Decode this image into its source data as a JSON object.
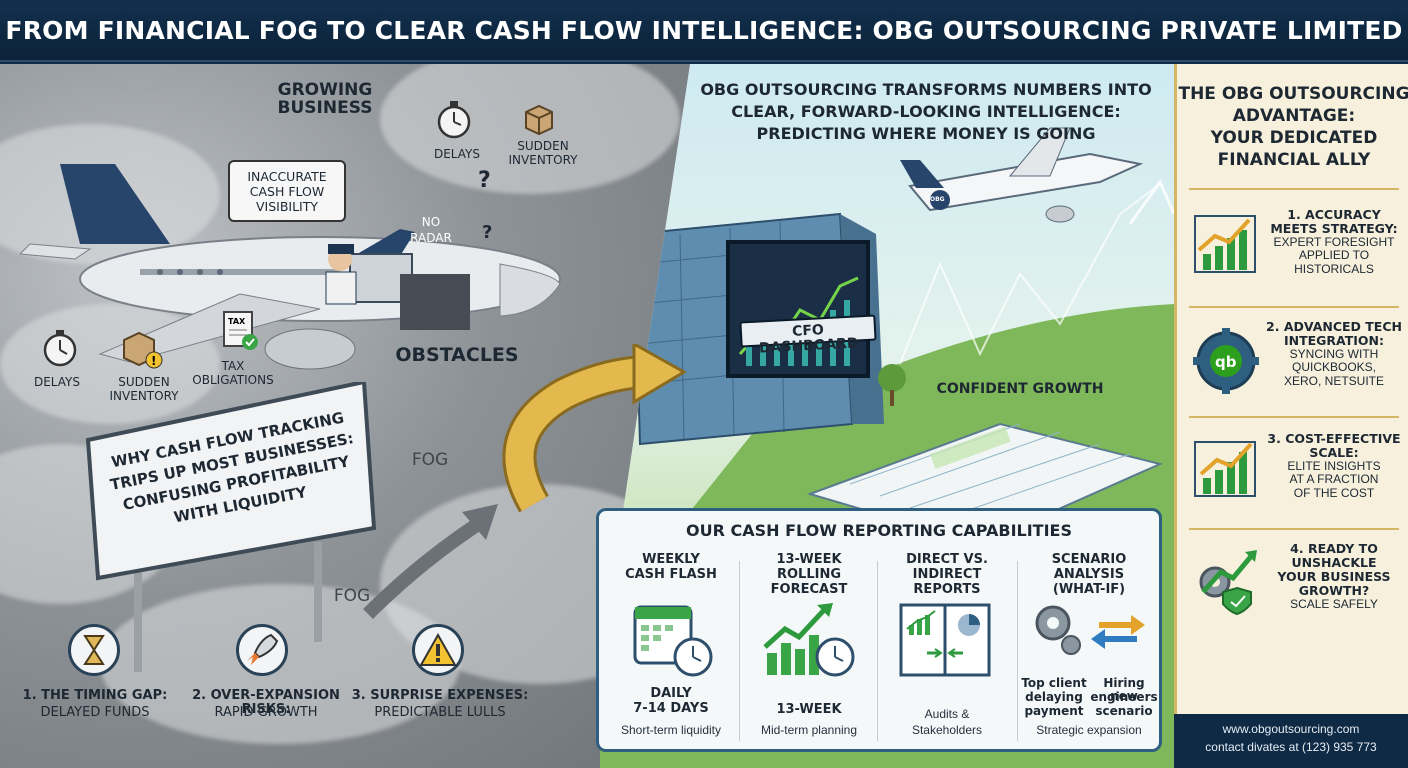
{
  "header": {
    "title": "FROM FINANCIAL FOG TO CLEAR CASH FLOW INTELLIGENCE: OBG OUTSOURCING PRIVATE LIMITED"
  },
  "left": {
    "growing_business": "GROWING BUSINESS",
    "plane_bubble": [
      "INACCURATE",
      "CASH FLOW",
      "VISIBILITY"
    ],
    "no_radar": [
      "NO",
      "RADAR"
    ],
    "top_icons": [
      {
        "label": "DELAYS"
      },
      {
        "label": [
          "SUDDEN",
          "INVENTORY"
        ]
      }
    ],
    "obstacle_icons": [
      {
        "label": "DELAYS"
      },
      {
        "label": [
          "SUDDEN",
          "INVENTORY"
        ]
      },
      {
        "label": [
          "TAX",
          "OBLIGATIONS"
        ]
      }
    ],
    "tax_doc": "TAX",
    "question": "?",
    "obstacles": "OBSTACLES",
    "sign": [
      "WHY CASH FLOW TRACKING",
      "TRIPS UP MOST BUSINESSES:",
      "CONFUSING PROFITABILITY",
      "WITH LIQUIDITY"
    ],
    "fog1": "FOG",
    "fog2": "FOG",
    "bottom": [
      {
        "title": "1. THE TIMING GAP:",
        "desc": "DELAYED FUNDS"
      },
      {
        "title": "2. OVER-EXPANSION RISKS:",
        "desc": "RAPID GROWTH"
      },
      {
        "title": "3. SURPRISE EXPENSES:",
        "desc": "PREDICTABLE LULLS"
      }
    ]
  },
  "right": {
    "headline": [
      "OBG OUTSOURCING TRANSFORMS NUMBERS INTO",
      "CLEAR, FORWARD-LOOKING INTELLIGENCE:",
      "PREDICTING WHERE MONEY IS GOING"
    ],
    "dashboard": "CFO DASHBOARD",
    "confident": "CONFIDENT GROWTH",
    "plane_logo": "OBG",
    "capabilities": {
      "title": "OUR CASH FLOW REPORTING CAPABILITIES",
      "cols": [
        {
          "head": [
            "WEEKLY",
            "CASH FLASH"
          ],
          "mid": [
            "DAILY",
            "7-14 DAYS"
          ],
          "foot": "Short-term liquidity"
        },
        {
          "head": [
            "13-WEEK",
            "ROLLING FORECAST"
          ],
          "mid": [
            "13-WEEK"
          ],
          "foot": "Mid-term planning"
        },
        {
          "head": [
            "DIRECT vs.",
            "INDIRECT REPORTS"
          ],
          "mid": [],
          "foot": [
            "Audits &",
            "Stakeholders"
          ]
        },
        {
          "head": [
            "SCENARIO ANALYSIS",
            "(WHAT-IF)"
          ],
          "mid": [
            "Top client",
            "delaying",
            "payment"
          ],
          "mid2": [
            "Hiring new",
            "engineers",
            "scenario"
          ],
          "foot": "Strategic expansion"
        }
      ]
    }
  },
  "sidebar": {
    "title": [
      "THE OBG OUTSOURCING",
      "ADVANTAGE:",
      "YOUR DEDICATED",
      "FINANCIAL ALLY"
    ],
    "items": [
      {
        "title": [
          "1. ACCURACY",
          "MEETS STRATEGY:"
        ],
        "desc": [
          "EXPERT FORESIGHT",
          "APPLIED TO",
          "HISTORICALS"
        ]
      },
      {
        "title": [
          "2. ADVANCED TECH",
          "INTEGRATION:"
        ],
        "desc": [
          "SYNCING WITH",
          "QUICKBOOKS,",
          "XERO, NETSUITE"
        ],
        "logo": "qb"
      },
      {
        "title": [
          "3. COST-EFFECTIVE",
          "SCALE:"
        ],
        "desc": [
          "ELITE INSIGHTS",
          "AT A FRACTION",
          "OF THE COST"
        ]
      },
      {
        "title": [
          "4. READY TO",
          "UNSHACKLE",
          "YOUR BUSINESS",
          "GROWTH?"
        ],
        "desc": [
          "SCALE SAFELY"
        ]
      }
    ],
    "footer": [
      "www.obgoutsourcing.com",
      "contact divates at (123) 935 773"
    ]
  },
  "colors": {
    "navy": "#0e2a45",
    "gold": "#d4b664",
    "green": "#2e9a3e",
    "teal": "#2f5f80"
  }
}
